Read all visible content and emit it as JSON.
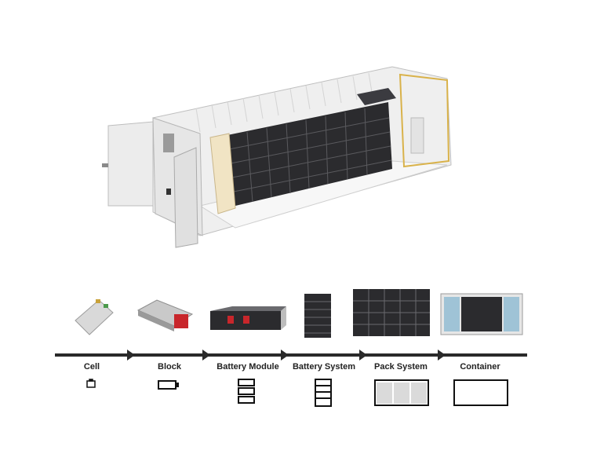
{
  "stages": [
    {
      "label": "Cell",
      "icon": "battery-cell-icon"
    },
    {
      "label": "Block",
      "icon": "battery-block-icon"
    },
    {
      "label": "Battery Module",
      "icon": "battery-module-icon"
    },
    {
      "label": "Battery System",
      "icon": "battery-system-icon"
    },
    {
      "label": "Pack System",
      "icon": "pack-system-icon"
    },
    {
      "label": "Container",
      "icon": "container-icon"
    }
  ],
  "colors": {
    "arrow": "#2a2a2a",
    "rack": "#2b2b2e",
    "container_shell": "#e9e9e9",
    "accent_red": "#c8262b",
    "accent_gold": "#d9b24a"
  }
}
